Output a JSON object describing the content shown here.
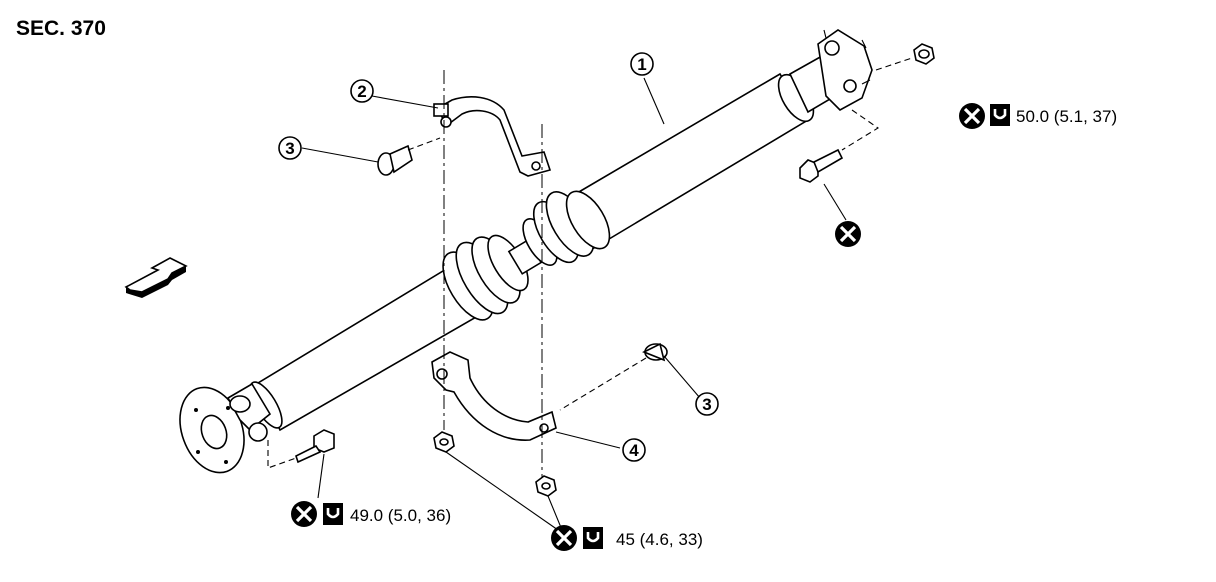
{
  "title": "SEC. 370",
  "callouts": {
    "c1": "1",
    "c2": "2",
    "c3a": "3",
    "c3b": "3",
    "c4": "4"
  },
  "torques": {
    "rear_flange": "50.0 (5.1, 37)",
    "front_flange": "49.0 (5.0, 36)",
    "center_bearing": "45 (4.6, 33)"
  },
  "icons": [
    "do-not-reuse-icon",
    "torque-wrench-icon",
    "front-direction-arrow-icon"
  ]
}
